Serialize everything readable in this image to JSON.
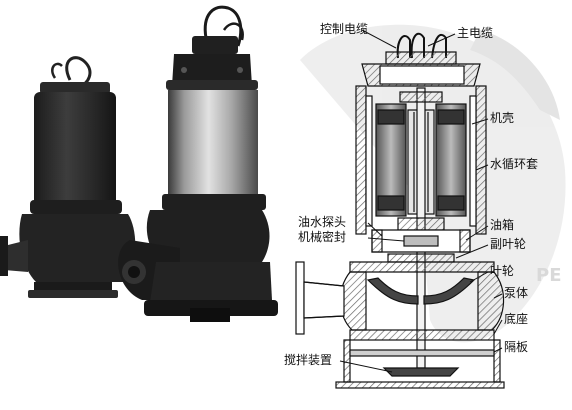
{
  "colors": {
    "ink": "#111111",
    "pump_dark": "#2b2b2b",
    "pump_mid": "#555555",
    "steel_light": "#c8c8c8",
    "section_hatch": "#6a6a6a",
    "watermark": "#e8e8e8"
  },
  "labels": {
    "control_cable": "控制电缆",
    "main_cable": "主电缆",
    "casing": "机壳",
    "water_jacket": "水循环套",
    "oil_probe": "油水探头",
    "mech_seal": "机械密封",
    "oil_box": "油箱",
    "aux_impeller": "副叶轮",
    "impeller": "叶轮",
    "pump_body": "泵体",
    "base": "底座",
    "partition": "隔板",
    "agitator": "搅拌装置"
  },
  "watermark_text": "PE"
}
